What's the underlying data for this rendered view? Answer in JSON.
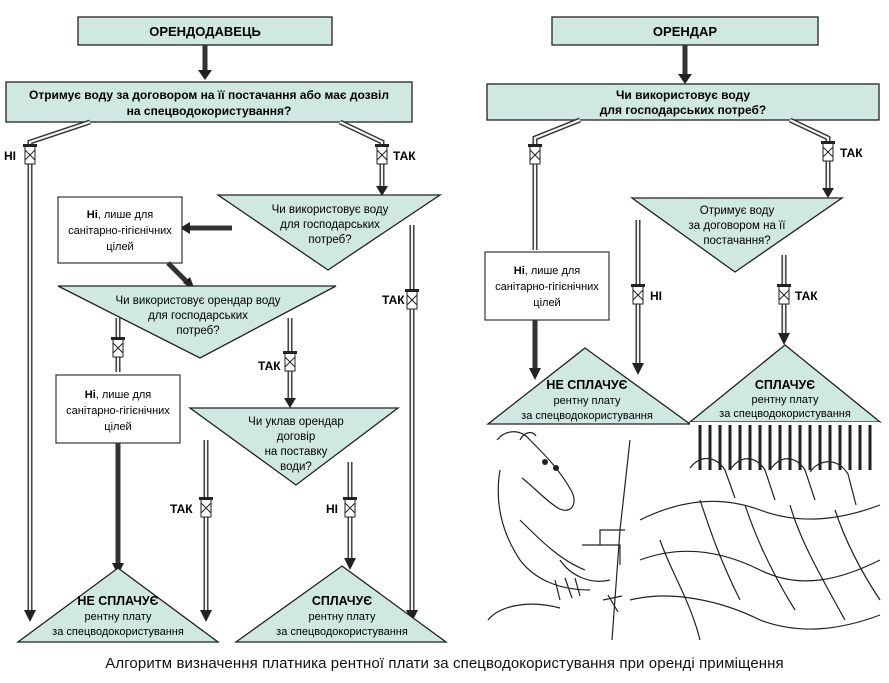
{
  "left": {
    "header": "ОРЕНДОДАВЕЦЬ",
    "question_lines": [
      "Отримує воду за договором  на її постачання або має дозвіл",
      "на спецводокористування?"
    ],
    "no_label": "НІ",
    "yes_label": "ТАК",
    "q2_lines": [
      "Чи використовує воду",
      "для господарських",
      "потреб?"
    ],
    "note1_lines": [
      [
        "Ні",
        ", лише для"
      ],
      [
        "",
        "санітарно-гігієнічних"
      ],
      [
        "",
        "цілей"
      ]
    ],
    "q3_lines": [
      "Чи використовує орендар воду",
      "для господарських",
      "потреб?"
    ],
    "q3_yes": "ТАК",
    "note2_lines": [
      [
        "Ні",
        ", лише для"
      ],
      [
        "",
        "санітарно-гігієнічних"
      ],
      [
        "",
        "цілей"
      ]
    ],
    "q4_lines": [
      "Чи уклав орендар",
      "договір",
      "на поставку",
      "води?"
    ],
    "q4_yes": "ТАК",
    "q4_no": "НІ",
    "yes_far": "ТАК",
    "result_no": {
      "title": "НЕ СПЛАЧУЄ",
      "lines": [
        "рентну плату",
        "за спецводокористування"
      ]
    },
    "result_yes": {
      "title": "СПЛАЧУЄ",
      "lines": [
        "рентну плату",
        "за спецводокористування"
      ]
    }
  },
  "right": {
    "header": "ОРЕНДАР",
    "question_lines": [
      "Чи використовує воду",
      "для господарських потреб?"
    ],
    "yes_label": "ТАК",
    "note_lines": [
      [
        "Ні",
        ", лише для"
      ],
      [
        "",
        "санітарно-гігієнічних"
      ],
      [
        "",
        "цілей"
      ]
    ],
    "q2_lines": [
      "Отримує воду",
      "за договором на її",
      "постачання?"
    ],
    "q2_no": "НІ",
    "q2_yes": "ТАК",
    "result_no": {
      "title": "НЕ СПЛАЧУЄ",
      "lines": [
        "рентну плату",
        "за спецводокористування"
      ]
    },
    "result_yes": {
      "title": "СПЛАЧУЄ",
      "lines": [
        "рентну плату",
        "за спецводокористування"
      ]
    }
  },
  "caption": "Алгоритм визначення платника рентної плати за спецводокористування при оренді приміщення"
}
